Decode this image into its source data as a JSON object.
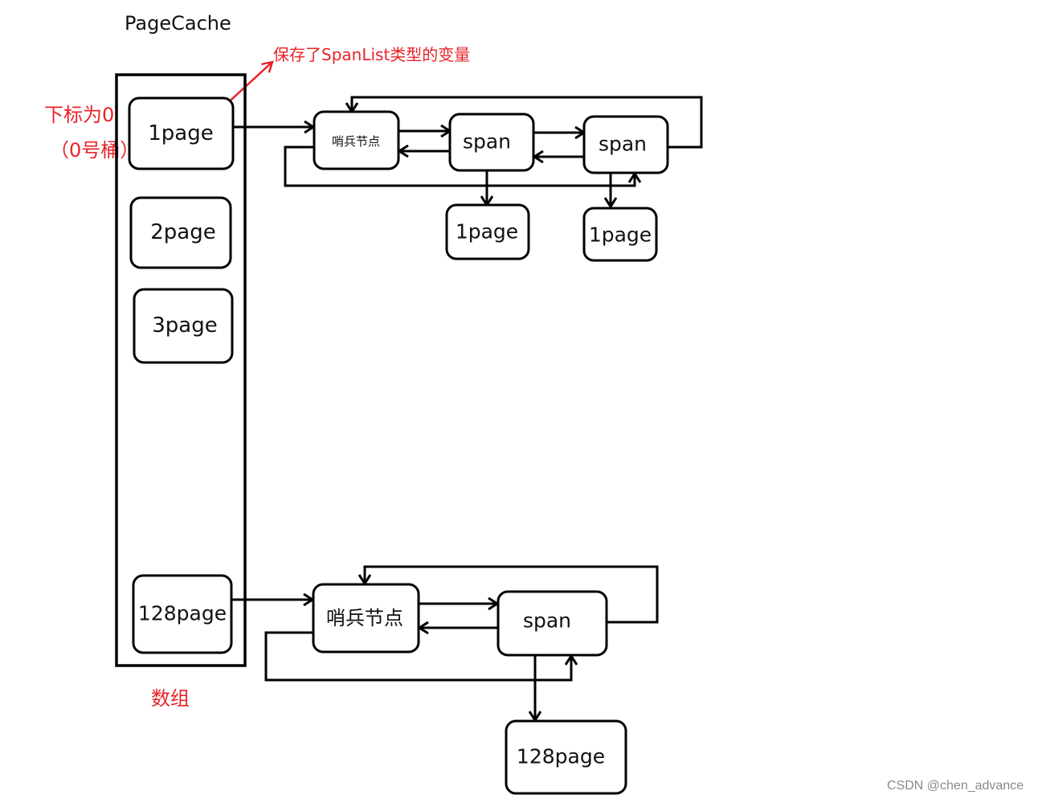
{
  "title": "PageCache",
  "annotation": {
    "text": "保存了SpanList类型的变量"
  },
  "index_label": {
    "line1": "下标为0",
    "line2": "（0号桶）"
  },
  "array": {
    "label": "数组",
    "cells": [
      "1page",
      "2page",
      "3page",
      "128page"
    ]
  },
  "top_list": {
    "sentinel": "哨兵节点",
    "spans": [
      "span",
      "span"
    ],
    "pages": [
      "1page",
      "1page"
    ]
  },
  "bottom_list": {
    "sentinel": "哨兵节点",
    "spans": [
      "span"
    ],
    "pages": [
      "128page"
    ]
  },
  "watermark": "CSDN @chen_advance",
  "colors": {
    "annotation": "#e8232a",
    "line": "#000000"
  }
}
